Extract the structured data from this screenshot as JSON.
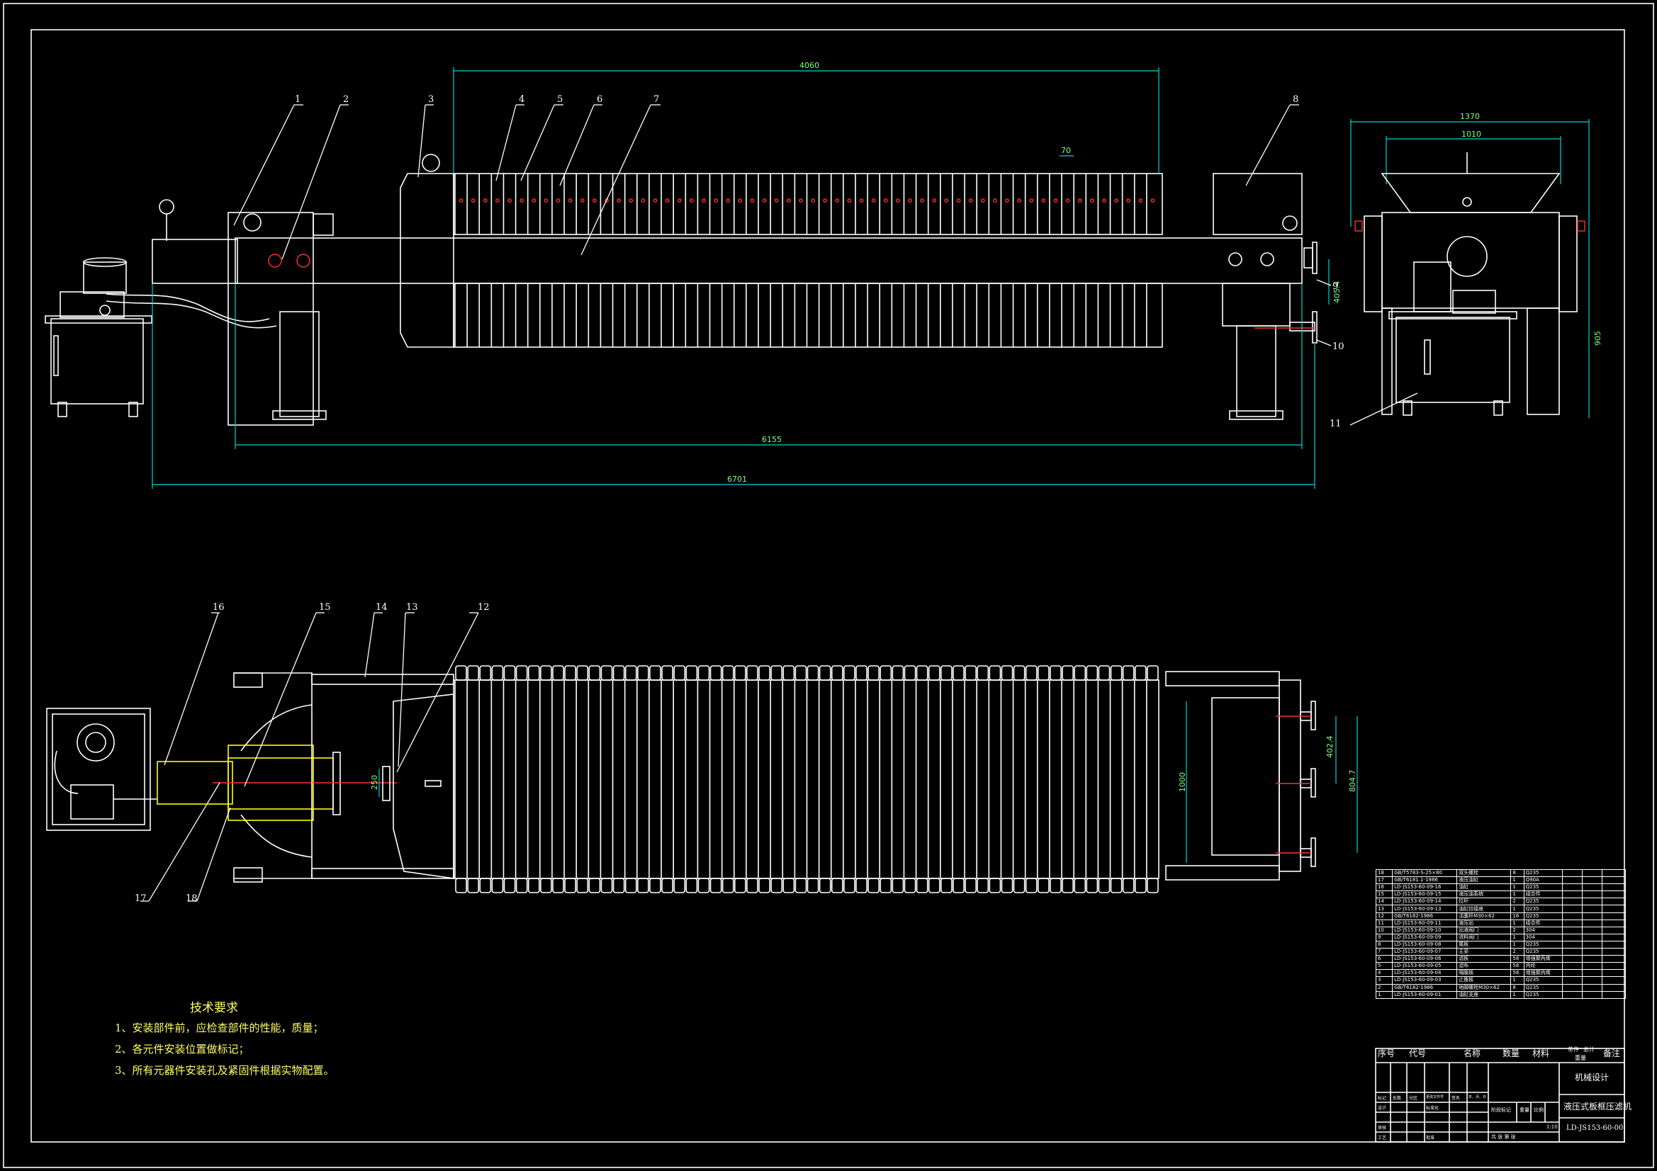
{
  "drawing": {
    "dimensions": {
      "overall_length": "6701",
      "frame_length": "6155",
      "plate_pack_length": "4060",
      "plate_pitch": "70",
      "side_width_total": "1370",
      "side_width_inner": "1010",
      "side_height": "905",
      "inlet_height": "405.4",
      "flange_spacing_a": "402.4",
      "flange_spacing_b": "804.7",
      "plate_height": "1000",
      "cylinder_dim": "250"
    },
    "balloons_top": [
      "1",
      "2",
      "3",
      "4",
      "5",
      "6",
      "7",
      "8",
      "9",
      "10",
      "11"
    ],
    "balloons_bottom": [
      "16",
      "15",
      "14",
      "13",
      "12",
      "17",
      "18"
    ]
  },
  "tech_req": {
    "title": "技术要求",
    "items": [
      "1、安装部件前，应检查部件的性能，质量；",
      "2、各元件安装位置做标记；",
      "3、所有元器件安装孔及紧固件根据实物配置。"
    ]
  },
  "bom": {
    "rows": [
      [
        "18",
        "GB/T5783-S-25×80",
        "双头螺栓",
        "8",
        "Q235"
      ],
      [
        "17",
        "GB/T6181.1-1986",
        "液压油缸",
        "1",
        "Q90A"
      ],
      [
        "16",
        "LD-JS153-60-09-16",
        "油缸",
        "1",
        "Q235"
      ],
      [
        "15",
        "LD-JS153-60-09-15",
        "液压油系统",
        "1",
        "组合件"
      ],
      [
        "14",
        "LD-JS153-60-09-14",
        "拉杆",
        "2",
        "Q235"
      ],
      [
        "13",
        "LD-JS153-60-09-13",
        "油缸铰接座",
        "1",
        "Q235"
      ],
      [
        "12",
        "GB/T6182-1986",
        "活塞杆M30×62",
        "16",
        "Q235"
      ],
      [
        "11",
        "LD-JS153-60-09-11",
        "液压站",
        "1",
        "组合件"
      ],
      [
        "10",
        "LD-JS153-60-09-10",
        "出液阀门",
        "2",
        "304"
      ],
      [
        "9",
        "LD-JS153-60-09-09",
        "进料阀门",
        "1",
        "304"
      ],
      [
        "8",
        "LD-JS153-60-09-08",
        "尾板",
        "1",
        "Q235"
      ],
      [
        "7",
        "LD-JS153-60-09-07",
        "主梁",
        "2",
        "Q235"
      ],
      [
        "6",
        "LD-JS153-60-09-06",
        "滤板",
        "58",
        "增强聚丙烯"
      ],
      [
        "5",
        "LD-JS153-60-09-05",
        "滤布",
        "58",
        "丙纶"
      ],
      [
        "4",
        "LD-JS153-60-09-04",
        "隔膜板",
        "58",
        "增强聚丙烯"
      ],
      [
        "3",
        "LD-JS153-60-09-03",
        "止推板",
        "1",
        "Q235"
      ],
      [
        "2",
        "GB/T6182-1986",
        "地脚螺栓M30×62",
        "8",
        "Q235"
      ],
      [
        "1",
        "LD-JS153-60-09-01",
        "油缸支座",
        "1",
        "Q235"
      ]
    ],
    "header": [
      "序号",
      "代号",
      "名称",
      "数量",
      "材料",
      "单件",
      "总计",
      "备注"
    ],
    "header_sub": "重量"
  },
  "title_block": {
    "design": "机械设计",
    "name": "液压式板框压滤机",
    "code": "LD-JS153-60-00",
    "scale": "1:10",
    "sheet": "共 张 第 张",
    "labels": [
      "标记",
      "处数",
      "分区",
      "更改文件号",
      "签名",
      "年、月、日",
      "设计",
      "标准化",
      "审核",
      "工艺",
      "批准",
      "阶段标记",
      "重量",
      "比例"
    ]
  }
}
